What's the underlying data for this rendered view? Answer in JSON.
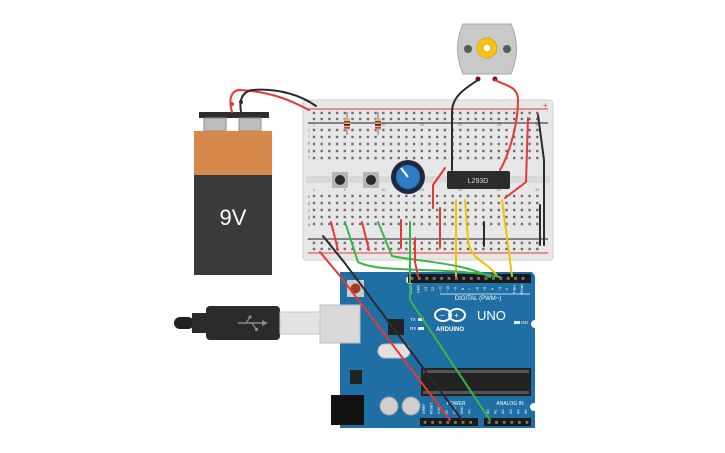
{
  "battery": {
    "label": "9V"
  },
  "motor_driver": {
    "label": "L293D"
  },
  "arduino": {
    "model": "UNO",
    "brand": "ARDUINO",
    "digital_header_label": "DIGITAL (PWM~)",
    "power_label": "POWER",
    "analog_label": "ANALOG IN",
    "tx_label": "TX",
    "rx_label": "RX",
    "on_label": "ON",
    "aref_label": "AREF",
    "gnd_label": "GND",
    "digital_pins": [
      "13",
      "12",
      "~11",
      "~10",
      "~9",
      "8",
      "7",
      "~6",
      "~5",
      "4",
      "~3",
      "2",
      "TX▸1",
      "RX◂0"
    ],
    "power_pins": [
      "IOREF",
      "RESET",
      "3.3V",
      "5V",
      "GND",
      "GND",
      "Vin"
    ],
    "analog_pins": [
      "A0",
      "A1",
      "A2",
      "A3",
      "A4",
      "A5"
    ]
  },
  "breadboard": {
    "column_numbers": [
      "1",
      "5",
      "10",
      "15",
      "20",
      "25",
      "30"
    ],
    "row_letters_top": [
      "j",
      "i",
      "h",
      "g",
      "f"
    ],
    "row_letters_bottom": [
      "e",
      "d",
      "c",
      "b",
      "a"
    ],
    "rail_plus": "+",
    "rail_minus": "−"
  },
  "colors": {
    "wire_red": "#e53935",
    "wire_black": "#2b2b2b",
    "wire_green": "#3ab34a",
    "wire_yellow": "#f2c200",
    "arduino_board": "#1f6ea4",
    "battery_top": "#d6894a",
    "battery_body": "#3a3a3a"
  }
}
